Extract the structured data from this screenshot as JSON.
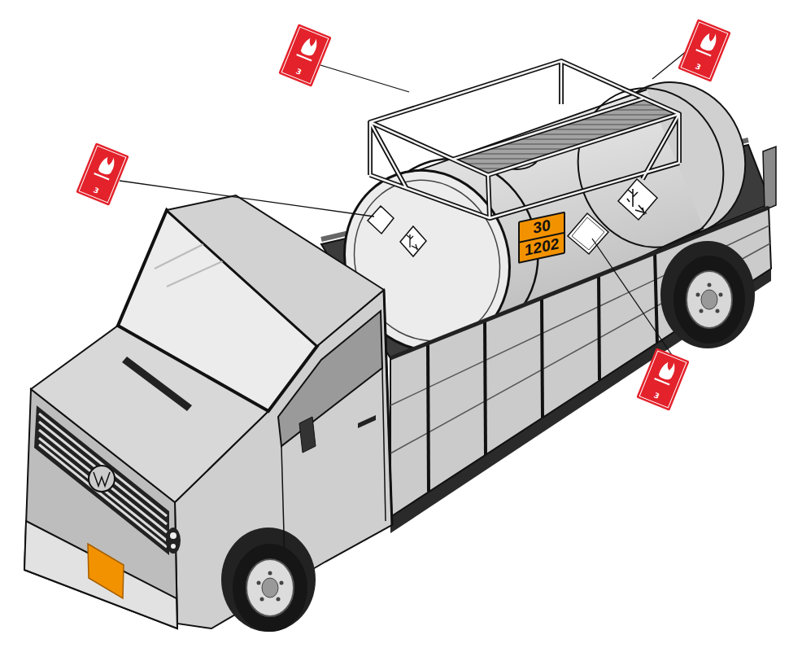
{
  "diagram": {
    "nodes": [
      {
        "text": [
          "30",
          "1202"
        ]
      }
    ],
    "labels": [
      "3",
      "3",
      "3",
      "3"
    ]
  }
}
